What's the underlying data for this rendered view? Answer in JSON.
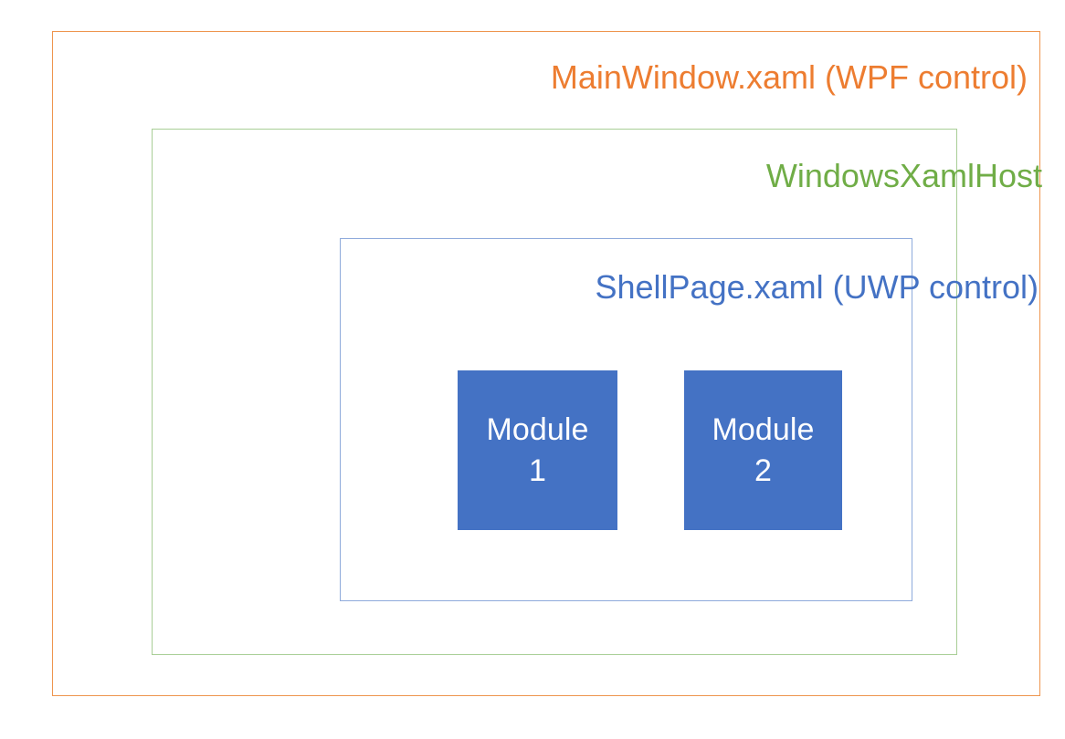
{
  "diagram": {
    "type": "nested-containment",
    "title": "XAML Islands layering diagram",
    "layers": [
      {
        "id": "wpf",
        "label": "MainWindow.xaml (WPF control)",
        "border_color": "#EE954E",
        "text_color": "#ED7D31",
        "label_align": "right"
      },
      {
        "id": "xamlhost",
        "label": "WindowsXamlHost",
        "border_color": "#A8CE96",
        "text_color": "#70AD47",
        "label_align": "right"
      },
      {
        "id": "shellpage",
        "label": "ShellPage.xaml (UWP control)",
        "border_color": "#8EAADB",
        "text_color": "#4472C4",
        "label_align": "right"
      }
    ],
    "modules": [
      {
        "id": "module-1",
        "line1": "Module",
        "line2": "1",
        "fill_color": "#4472C4",
        "text_color": "#FFFFFF"
      },
      {
        "id": "module-2",
        "line1": "Module",
        "line2": "2",
        "fill_color": "#4472C4",
        "text_color": "#FFFFFF"
      }
    ],
    "background_color": "#FFFFFF"
  }
}
